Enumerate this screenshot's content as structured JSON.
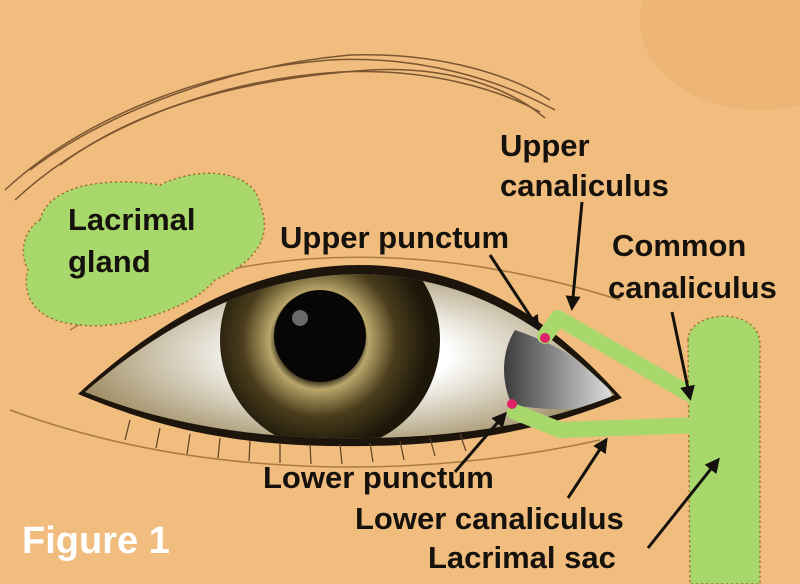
{
  "figure_label": "Figure 1",
  "labels": {
    "upper_canaliculus_1": "Upper",
    "upper_canaliculus_2": "canaliculus",
    "upper_punctum": "Upper punctum",
    "common_canaliculus_1": "Common",
    "common_canaliculus_2": "canaliculus",
    "lacrimal_gland_1": "Lacrimal",
    "lacrimal_gland_2": "gland",
    "lower_punctum": "Lower punctum",
    "lower_canaliculus": "Lower canaliculus",
    "lacrimal_sac": "Lacrimal sac"
  },
  "colors": {
    "skin": "#f0bd7e",
    "duct": "#a8d86c",
    "punctum": "#e0226a",
    "text": "#15110c"
  }
}
